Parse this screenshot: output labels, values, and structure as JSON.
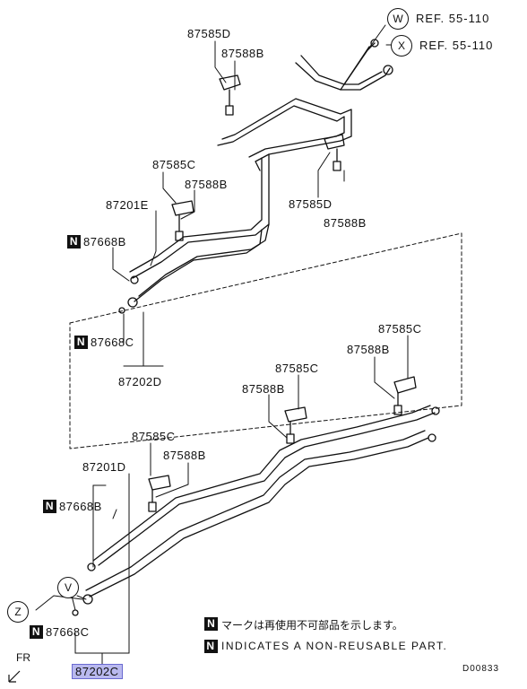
{
  "references": [
    {
      "circle": "W",
      "text": "REF. 55-110"
    },
    {
      "circle": "X",
      "text": "REF. 55-110"
    }
  ],
  "connectors": [
    "V",
    "Z"
  ],
  "parts": {
    "p87585D_top": "87585D",
    "p87588B_top": "87588B",
    "p87585C_upper": "87585C",
    "p87588B_upper": "87588B",
    "p87201E": "87201E",
    "p87668B_upper": "87668B",
    "p87585D_right": "87585D",
    "p87588B_right": "87588B",
    "p87668C_upper": "87668C",
    "p87202D": "87202D",
    "p87585C_r2": "87585C",
    "p87588B_r2": "87588B",
    "p87585C_mid": "87585C",
    "p87588B_mid": "87588B",
    "p87585C_low": "87585C",
    "p87588B_low": "87588B",
    "p87201D": "87201D",
    "p87668B_lower": "87668B",
    "p87668C_lower": "87668C",
    "p87202C": "87202C"
  },
  "badge": "N",
  "legend": {
    "japanese": "マークは再使用不可部品を示します。",
    "english": "INDICATES A NON-REUSABLE PART."
  },
  "front_label": "FR",
  "diagram_code": "D00833",
  "highlight_color": "#b9b9ef"
}
